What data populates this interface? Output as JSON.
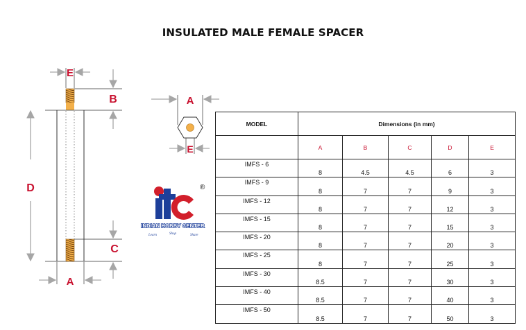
{
  "title": "INSULATED MALE FEMALE SPACER",
  "dimension_labels": {
    "A": "A",
    "B": "B",
    "C": "C",
    "D": "D",
    "E": "E"
  },
  "logo": {
    "text": "IHC",
    "registered": "®",
    "name": "INDIAN HOBBY CENTER",
    "tagline": [
      "Learn",
      "Shop",
      "Share"
    ]
  },
  "table": {
    "model_header": "MODEL",
    "dimensions_header": "Dimensions (in mm)",
    "columns": [
      "A",
      "B",
      "C",
      "D",
      "E"
    ],
    "rows": [
      {
        "model": "IMFS - 6",
        "values": [
          "8",
          "4.5",
          "4.5",
          "6",
          "3"
        ]
      },
      {
        "model": "IMFS - 9",
        "values": [
          "8",
          "7",
          "7",
          "9",
          "3"
        ]
      },
      {
        "model": "IMFS - 12",
        "values": [
          "8",
          "7",
          "7",
          "12",
          "3"
        ]
      },
      {
        "model": "IMFS - 15",
        "values": [
          "8",
          "7",
          "7",
          "15",
          "3"
        ]
      },
      {
        "model": "IMFS - 20",
        "values": [
          "8",
          "7",
          "7",
          "20",
          "3"
        ]
      },
      {
        "model": "IMFS - 25",
        "values": [
          "8",
          "7",
          "7",
          "25",
          "3"
        ]
      },
      {
        "model": "IMFS - 30",
        "values": [
          "8.5",
          "7",
          "7",
          "30",
          "3"
        ]
      },
      {
        "model": "IMFS - 40",
        "values": [
          "8.5",
          "7",
          "7",
          "40",
          "3"
        ]
      },
      {
        "model": "IMFS - 50",
        "values": [
          "8.5",
          "7",
          "7",
          "50",
          "3"
        ]
      }
    ]
  },
  "colors": {
    "label_red": "#c8102e",
    "thread_orange": "#f0a030",
    "dim_grey": "#9a9a9a"
  }
}
